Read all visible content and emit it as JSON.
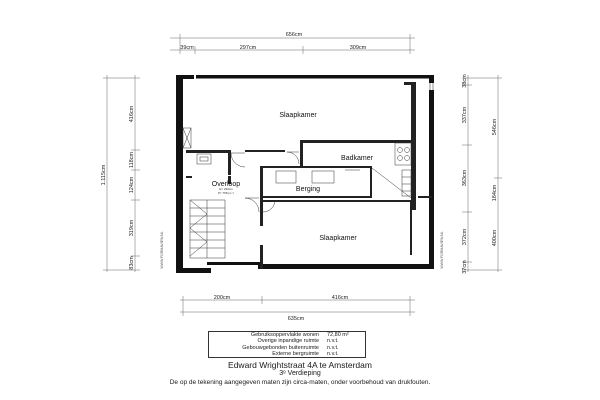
{
  "dimensions": {
    "top_total": "656cm",
    "top_left": "39cm",
    "top_mid": "297cm",
    "top_right": "309cm",
    "left_total": "1.115cm",
    "left_1": "416cm",
    "left_2": "118cm",
    "left_3": "124cm",
    "left_4": "319cm",
    "left_5": "83cm",
    "right_total": "546cm",
    "right_1": "38cm",
    "right_2": "337cm",
    "right_3": "363cm",
    "right_4": "184cm",
    "right_5": "372cm",
    "right_6": "400cm",
    "right_7": "37cm",
    "bottom_left": "200cm",
    "bottom_mid": "416cm",
    "bottom_total": "635cm"
  },
  "rooms": {
    "slaapkamer_top": "Slaapkamer",
    "badkamer": "Badkamer",
    "overloop": "Overloop",
    "overloop_h": "H= 230cm",
    "overloop_p": "P= 758 px =",
    "berging": "Berging",
    "slaapkamer_bottom": "Slaapkamer"
  },
  "watermark": "WWW.FORMAVIEW.NL",
  "info": [
    {
      "label": "Gebruiksoppervlakte wonen",
      "value": "72,80 m²"
    },
    {
      "label": "Overige inpandige ruimte",
      "value": "n.v.t."
    },
    {
      "label": "Gebouwgebonden buitenruimte",
      "value": "n.v.t."
    },
    {
      "label": "Externe bergruimte",
      "value": "n.v.t."
    }
  ],
  "address": "Edward Wrightstraat 4A te Amsterdam",
  "floor": "3ᵉ Verdieping",
  "disclaimer": "De op de tekening aangegeven maten zijn circa-maten, onder voorbehoud van drukfouten."
}
